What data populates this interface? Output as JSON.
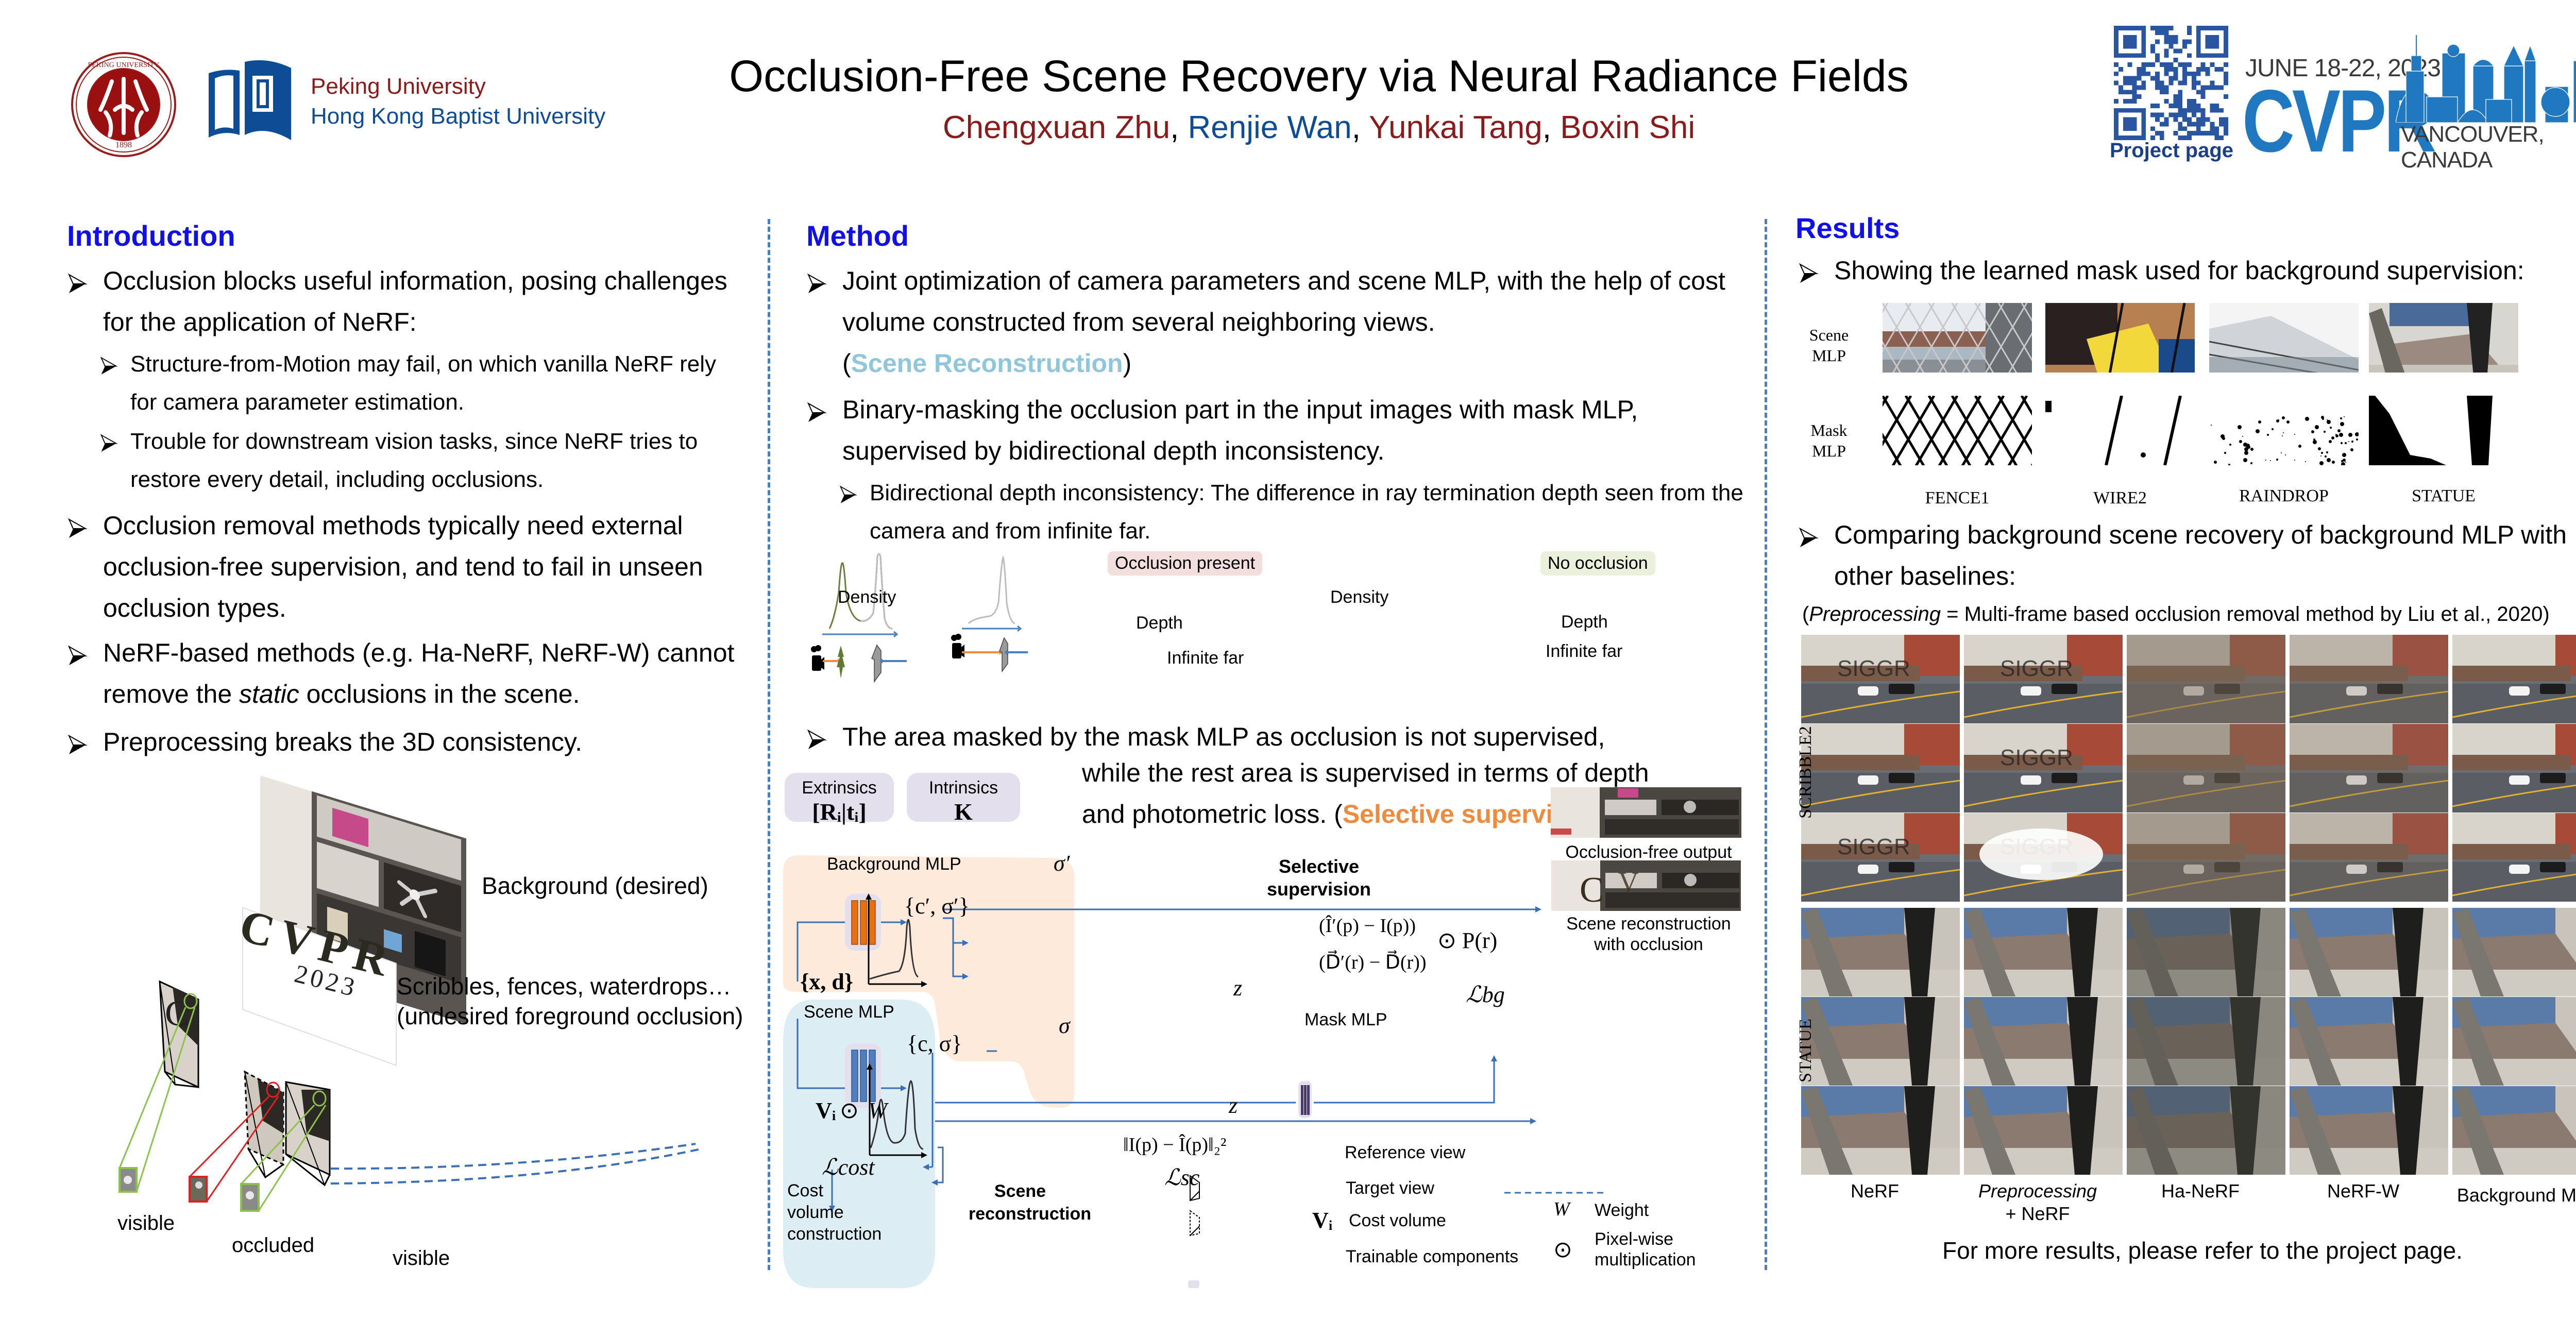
{
  "header": {
    "title": "Occlusion-Free Scene Recovery via Neural Radiance Fields",
    "authors": [
      {
        "name": "Chengxuan Zhu",
        "color": "#8b1a1a"
      },
      {
        "name": "Renjie Wan",
        "color": "#0f4c96"
      },
      {
        "name": "Yunkai Tang",
        "color": "#8b1a1a"
      },
      {
        "name": "Boxin Shi",
        "color": "#8b1a1a"
      }
    ],
    "author_sep": ", ",
    "affiliations": {
      "pku": "Peking University",
      "hkbu": "Hong Kong Baptist University"
    },
    "pku_seal": {
      "ring_text": "PEKING UNIVERSITY",
      "year": "1898"
    },
    "qr_label": "Project page",
    "conference": {
      "date": "JUNE 18-22, 2023",
      "name": "CVPR",
      "location": "VANCOUVER, CANADA"
    }
  },
  "colors": {
    "heading_blue": "#1010ee",
    "pku_red": "#8b1a1a",
    "hkbu_blue": "#0f4c96",
    "scene_highlight": "#8fc6dc",
    "selective_highlight": "#f08a3c",
    "background_panel": "#fdeadb",
    "scene_panel": "#dceef4",
    "trainable": "#e4dfec",
    "divider": "#4a7ec0"
  },
  "intro": {
    "title": "Introduction",
    "bullets": [
      "Occlusion blocks useful information, posing challenges for the application of NeRF:",
      "Occlusion removal methods typically need external occlusion-free supervision, and tend to fail in unseen occlusion types.",
      "Preprocessing breaks the 3D consistency."
    ],
    "sub_bullets": [
      "Structure-from-Motion may fail, on which vanilla NeRF rely for camera parameter estimation.",
      "Trouble for downstream vision tasks, since NeRF tries to restore every detail, including occlusions."
    ],
    "nerf_bullet": {
      "before": "NeRF-based methods (e.g. Ha-NeRF, NeRF-W) cannot remove the ",
      "italic": "static",
      "after": " occlusions in the scene."
    },
    "figure": {
      "background_label": "Background (desired)",
      "occlusion_label_1": "Scribbles, fences, waterdrops…",
      "occlusion_label_2": "(undesired foreground occlusion)",
      "card_text": "CVPR",
      "card_year": "2023",
      "captions": [
        "visible",
        "occluded",
        "visible"
      ]
    }
  },
  "method": {
    "title": "Method",
    "bullet1": "Joint optimization of camera parameters and scene MLP, with the help of cost volume constructed from several neighboring views.",
    "bullet1_tag": "Scene Reconstruction",
    "bullet2": "Binary-masking the occlusion part in the input images with mask MLP, supervised by bidirectional depth inconsistency.",
    "bullet2_sub": "Bidirectional depth inconsistency: The difference in ray termination depth seen from the camera and from infinite far.",
    "bullet3_line1": "The area masked by the mask MLP as occlusion is not supervised,",
    "bullet3_line2": "while the rest area is supervised in terms of depth",
    "bullet3_line3": "and photometric loss.",
    "bullet3_tag": "Selective supervision",
    "depth_diagram": {
      "tag_occluded": "Occlusion present",
      "tag_clear": "No occlusion",
      "y_label": "Density",
      "x_label": "Depth",
      "far_label": "Infinite far"
    },
    "pipeline": {
      "extrinsics_label": "Extrinsics",
      "extrinsics_sym": "[Rᵢ|tᵢ]",
      "intrinsics_label": "Intrinsics",
      "intrinsics_sym": "K",
      "bg_mlp": "Background MLP",
      "bg_out": "{c′, σ′}",
      "bg_axis": "σ′",
      "selective_title": "Selective supervision",
      "loss_rgb": "(Î′(p) − I(p))",
      "loss_depth": "(D⃗′(r) − D⃗(r))",
      "mask_op": "⊙ P(r)",
      "loss_bg": "ℒbg",
      "input": "{x, d}",
      "scene_mlp": "Scene MLP",
      "scene_out": "{c, σ}",
      "scene_axis": "σ",
      "z_label": "z",
      "cost_expr_v": "Vᵢ",
      "cost_expr_op": "⊙",
      "cost_expr_w": "W",
      "loss_cost": "ℒcost",
      "loss_sc_expr": "‖I(p) − Î(p)‖₂²",
      "loss_sc": "ℒsc",
      "cost_caption": "Cost volume construction",
      "scene_caption": "Scene reconstruction",
      "mask_mlp": "Mask MLP",
      "output_free": "Occlusion-free output",
      "output_occ": "Scene reconstruction with occlusion"
    },
    "legend": [
      {
        "icon": "reference-view-icon",
        "label": "Reference view"
      },
      {
        "icon": "target-view-icon",
        "label": "Target view"
      },
      {
        "symbol": "Vᵢ",
        "label": "Cost volume"
      },
      {
        "icon": "trainable-swatch",
        "label": "Trainable components"
      },
      {
        "symbol": "W",
        "label": "Weight"
      },
      {
        "symbol": "⊙",
        "label": "Pixel-wise multiplication"
      }
    ]
  },
  "results": {
    "title": "Results",
    "bullet1": "Showing the learned mask used for background supervision:",
    "mask_rows": [
      "Scene MLP",
      "Mask MLP"
    ],
    "mask_cols": [
      "FENCE1",
      "WIRE2",
      "RAINDROP",
      "STATUE"
    ],
    "bullet2": "Comparing background scene recovery of background MLP with other baselines:",
    "note_italic": "Preprocessing",
    "note_rest": " = Multi-frame based occlusion removal method by Liu et al., 2020)",
    "note_open": "(",
    "compare_rows": [
      "SCRIBBLE2",
      "STATUE"
    ],
    "compare_cols": [
      {
        "label": "NeRF"
      },
      {
        "label": "Preprocessing",
        "label2": "+ NeRF",
        "italic": true
      },
      {
        "label": "Ha-NeRF"
      },
      {
        "label": "NeRF-W"
      },
      {
        "label": "Background MLP"
      }
    ],
    "more": "For more results, please refer to the project page."
  }
}
